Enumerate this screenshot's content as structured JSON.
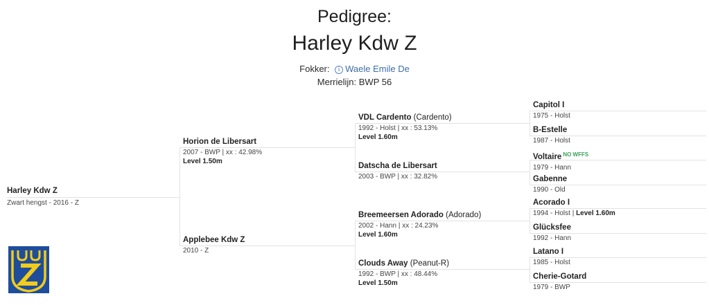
{
  "header": {
    "title": "Pedigree:",
    "horse_name": "Harley Kdw Z",
    "breeder_label": "Fokker:",
    "breeder_name": "Waele Emile De",
    "mare_line_label": "Merrielijn:",
    "mare_line_value": "BWP 56"
  },
  "subject": {
    "name": "Harley Kdw Z",
    "details": "Zwart hengst - 2016 - Z"
  },
  "parents": {
    "sire": {
      "name": "Horion de Libersart",
      "details": "2007 - BWP | xx : 42.98%",
      "level": "Level 1.50m"
    },
    "dam": {
      "name": "Applebee Kdw Z",
      "details": "2010 - Z"
    }
  },
  "grandparents": {
    "ss": {
      "name": "VDL Cardento",
      "alias": "(Cardento)",
      "details": "1992 - Holst | xx : 53.13%",
      "level": "Level 1.60m"
    },
    "sd": {
      "name": "Datscha de Libersart",
      "details": "2003 - BWP | xx : 32.82%"
    },
    "ds": {
      "name": "Breemeersen Adorado",
      "alias": "(Adorado)",
      "details": "2002 - Hann | xx : 24.23%",
      "level": "Level 1.60m"
    },
    "dd": {
      "name": "Clouds Away",
      "alias": "(Peanut-R)",
      "details": "1992 - BWP | xx : 48.44%",
      "level": "Level 1.50m"
    }
  },
  "great_grandparents": [
    {
      "name": "Capitol I",
      "details": "1975 - Holst"
    },
    {
      "name": "B-Estelle",
      "details": "1987 - Holst"
    },
    {
      "name": "Voltaire",
      "badge": "NO WFFS",
      "details": "1979 - Hann"
    },
    {
      "name": "Gabenne",
      "details": "1990 - Old"
    },
    {
      "name": "Acorado I",
      "details": "1994 - Holst | ",
      "level": "Level 1.60m"
    },
    {
      "name": "Glücksfee",
      "details": "1992 - Hann"
    },
    {
      "name": "Latano I",
      "details": "1985 - Holst"
    },
    {
      "name": "Cherie-Gotard",
      "details": "1979 - BWP"
    }
  ],
  "logo": {
    "name": "zangersheide-logo-icon",
    "letter": "Z",
    "bg": "#1e4d9c",
    "fg": "#f2cc1b"
  }
}
